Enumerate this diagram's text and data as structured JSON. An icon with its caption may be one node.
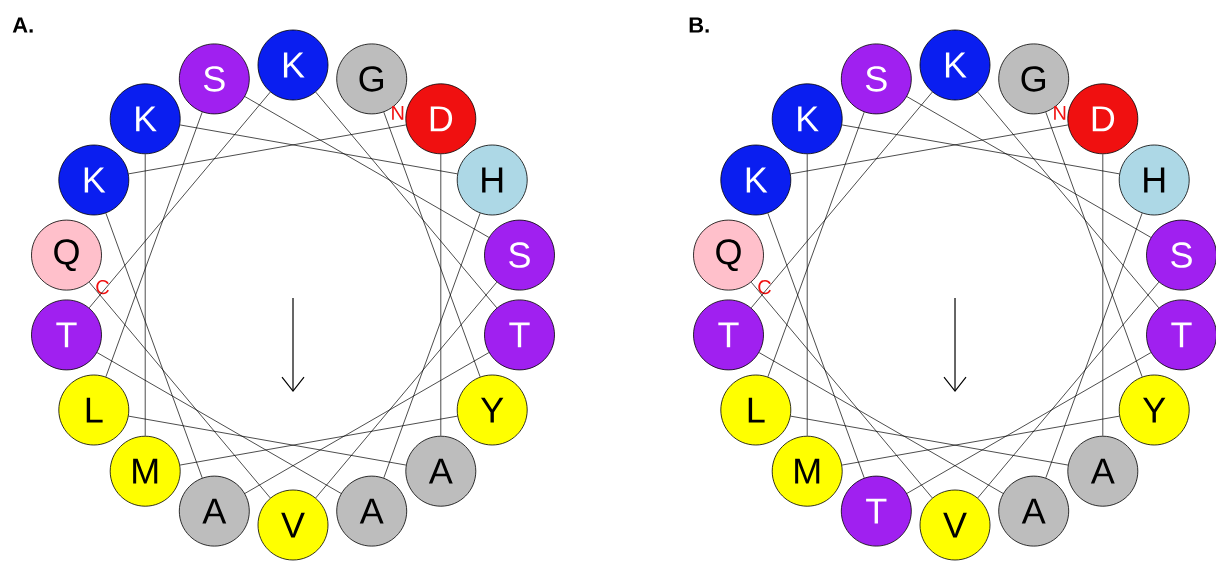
{
  "diagram": {
    "nodes": [
      {
        "text": [
          "K"
        ]
      },
      {
        "text": [
          "G"
        ],
        "beside": [
          "N"
        ]
      },
      {
        "text": [
          "D"
        ]
      },
      {
        "text": [
          "H"
        ]
      },
      {
        "text": [
          "S"
        ]
      },
      {
        "text": [
          "T"
        ]
      },
      {
        "text": [
          "Y"
        ]
      },
      {
        "text": [
          "A"
        ]
      },
      {
        "text": [
          "A"
        ]
      },
      {
        "text": [
          "V"
        ]
      },
      {
        "text": [
          "A"
        ]
      },
      {
        "text": [
          "M"
        ]
      },
      {
        "text": [
          "L"
        ]
      },
      {
        "text": [
          "T"
        ]
      },
      {
        "text": [
          "Q"
        ],
        "beside": [
          "C"
        ]
      },
      {
        "text": [
          "K"
        ]
      },
      {
        "text": [
          "K"
        ]
      },
      {
        "text": [
          "S"
        ]
      },
      {
        "text": [
          "K"
        ]
      },
      {
        "text": [
          "G"
        ],
        "beside": [
          "N"
        ]
      },
      {
        "text": [
          "D"
        ]
      },
      {
        "text": [
          "H"
        ]
      },
      {
        "text": [
          "S"
        ]
      },
      {
        "text": [
          "T"
        ]
      },
      {
        "text": [
          "Y"
        ]
      },
      {
        "text": [
          "A"
        ]
      },
      {
        "text": [
          "A"
        ]
      },
      {
        "text": [
          "V"
        ]
      },
      {
        "text": [
          "T"
        ]
      },
      {
        "text": [
          "M"
        ]
      },
      {
        "text": [
          "L"
        ]
      },
      {
        "text": [
          "T"
        ]
      },
      {
        "text": [
          "Q"
        ],
        "beside": [
          "C"
        ]
      },
      {
        "text": [
          "K"
        ]
      },
      {
        "text": [
          "K"
        ]
      },
      {
        "text": [
          "S"
        ]
      }
    ],
    "edges": [
      {
        "from": 1,
        "to": 6,
        "arrow": "none"
      },
      {
        "from": 6,
        "to": 11,
        "arrow": "none"
      },
      {
        "from": 11,
        "to": 16,
        "arrow": "none"
      },
      {
        "from": 16,
        "to": 3,
        "arrow": "none"
      },
      {
        "from": 3,
        "to": 8,
        "arrow": "none"
      },
      {
        "from": 8,
        "to": 13,
        "arrow": "none"
      },
      {
        "from": 13,
        "to": 0,
        "arrow": "none"
      },
      {
        "from": 0,
        "to": 5,
        "arrow": "none"
      },
      {
        "from": 5,
        "to": 10,
        "arrow": "none"
      },
      {
        "from": 10,
        "to": 15,
        "arrow": "none"
      },
      {
        "from": 15,
        "to": 2,
        "arrow": "none"
      },
      {
        "from": 2,
        "to": 7,
        "arrow": "none"
      },
      {
        "from": 7,
        "to": 12,
        "arrow": "none"
      },
      {
        "from": 12,
        "to": 17,
        "arrow": "none"
      },
      {
        "from": 17,
        "to": 4,
        "arrow": "none"
      },
      {
        "from": 4,
        "to": 9,
        "arrow": "none"
      },
      {
        "from": 9,
        "to": 14,
        "arrow": "none"
      },
      {
        "from": 19,
        "to": 24,
        "arrow": "none"
      },
      {
        "from": 24,
        "to": 29,
        "arrow": "none"
      },
      {
        "from": 29,
        "to": 34,
        "arrow": "none"
      },
      {
        "from": 34,
        "to": 21,
        "arrow": "none"
      },
      {
        "from": 21,
        "to": 26,
        "arrow": "none"
      },
      {
        "from": 26,
        "to": 31,
        "arrow": "none"
      },
      {
        "from": 31,
        "to": 18,
        "arrow": "none"
      },
      {
        "from": 18,
        "to": 23,
        "arrow": "none"
      },
      {
        "from": 23,
        "to": 28,
        "arrow": "none"
      },
      {
        "from": 28,
        "to": 33,
        "arrow": "none"
      },
      {
        "from": 33,
        "to": 20,
        "arrow": "none"
      },
      {
        "from": 20,
        "to": 25,
        "arrow": "none"
      },
      {
        "from": 25,
        "to": 30,
        "arrow": "none"
      },
      {
        "from": 30,
        "to": 35,
        "arrow": "none"
      },
      {
        "from": 35,
        "to": 22,
        "arrow": "none"
      },
      {
        "from": 22,
        "to": 27,
        "arrow": "none"
      },
      {
        "from": 27,
        "to": 32,
        "arrow": "none"
      }
    ],
    "labels": [
      "A.",
      "B."
    ]
  }
}
